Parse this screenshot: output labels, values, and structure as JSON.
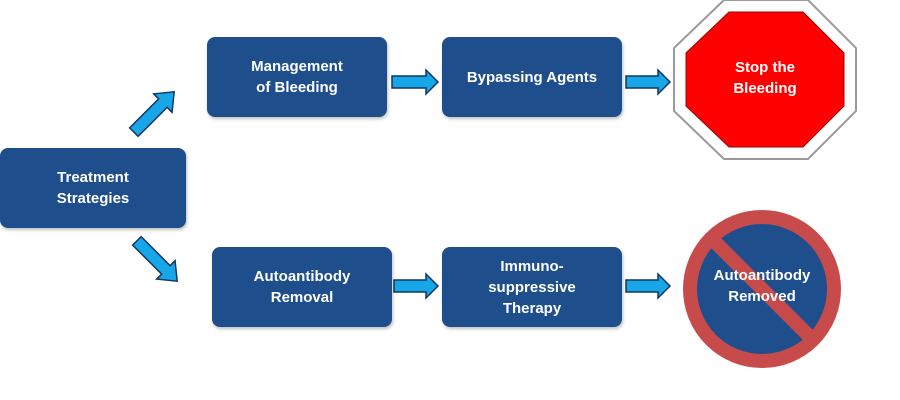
{
  "colors": {
    "box_fill": "#1f4e8c",
    "arrow_fill": "#17a6e8",
    "arrow_stroke": "#15355e",
    "stop_red": "#ff0000",
    "prohibit_red": "#c84b4b",
    "text": "#ffffff"
  },
  "nodes": {
    "treatment": {
      "line1": "Treatment",
      "line2": "Strategies"
    },
    "management": {
      "line1": "Management",
      "line2": "of Bleeding"
    },
    "bypassing": {
      "line1": "Bypassing Agents"
    },
    "stop": {
      "line1": "Stop the",
      "line2": "Bleeding",
      "icon": "stop-sign"
    },
    "autoantibody_removal": {
      "line1": "Autoantibody",
      "line2": "Removal"
    },
    "immuno": {
      "line1": "Immuno-",
      "line2": "suppressive",
      "line3": "Therapy"
    },
    "removed": {
      "line1": "Autoantibody",
      "line2": "Removed",
      "icon": "prohibition-sign"
    }
  },
  "edges": [
    {
      "from": "treatment",
      "to": "management"
    },
    {
      "from": "management",
      "to": "bypassing"
    },
    {
      "from": "bypassing",
      "to": "stop"
    },
    {
      "from": "treatment",
      "to": "autoantibody_removal"
    },
    {
      "from": "autoantibody_removal",
      "to": "immuno"
    },
    {
      "from": "immuno",
      "to": "removed"
    }
  ]
}
